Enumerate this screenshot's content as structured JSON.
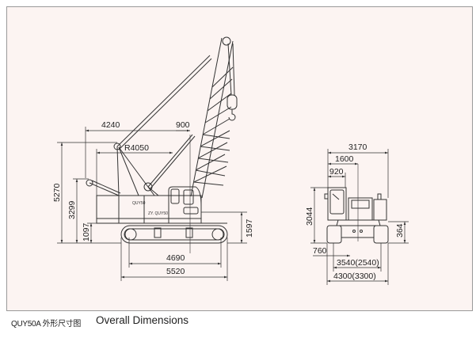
{
  "caption": {
    "model_label": "QUY50A 外形尺寸图",
    "english_label": "Overall Dimensions"
  },
  "side_view": {
    "dims": {
      "d4240": "4240",
      "d900": "900",
      "r4050": "R4050",
      "d5270": "5270",
      "d3299": "3299",
      "d1097": "1097",
      "d1597": "1597",
      "d4690": "4690",
      "d5520": "5520"
    },
    "decal_1": "QUY50",
    "decal_2": "ZY. QUY50"
  },
  "front_view": {
    "dims": {
      "d3170": "3170",
      "d1600": "1600",
      "d920": "920",
      "d3044": "3044",
      "d364": "364",
      "d760": "760",
      "d3540": "3540(2540)",
      "d4300": "4300(3300)"
    }
  },
  "colors": {
    "paper": "#fcf4f2",
    "line": "#333333"
  }
}
